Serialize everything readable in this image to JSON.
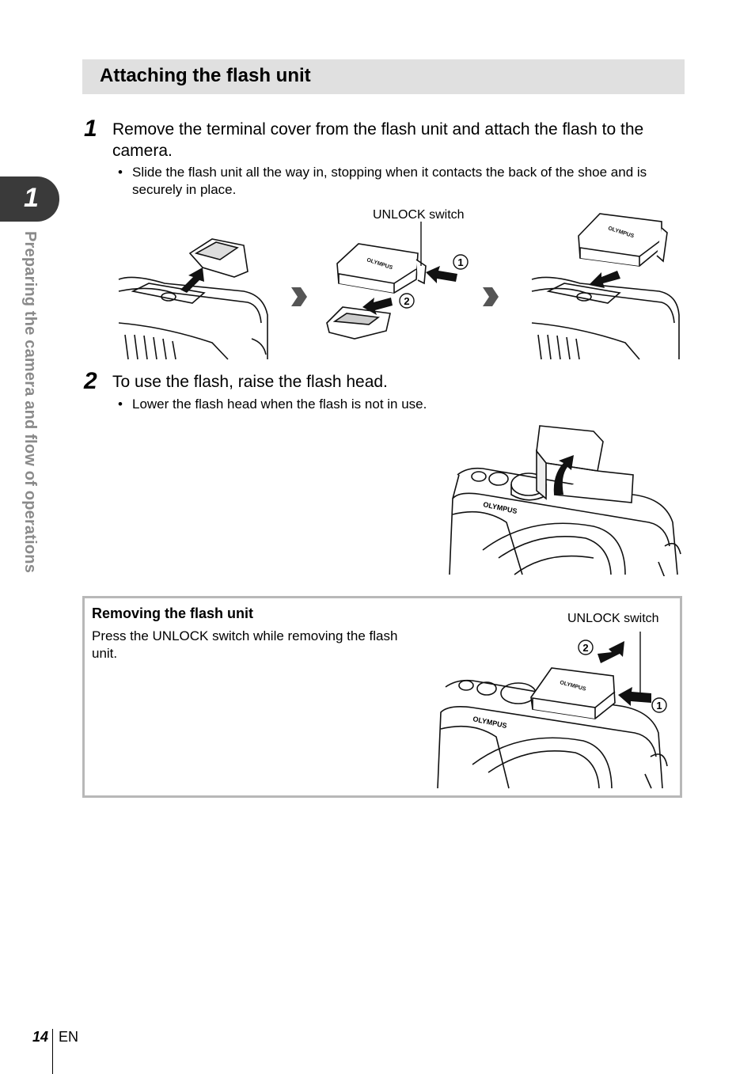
{
  "section": {
    "title": "Attaching the flash unit"
  },
  "chapter": {
    "number": "1",
    "title": "Preparing the camera and flow of operations"
  },
  "steps": [
    {
      "number": "1",
      "text": "Remove the terminal cover from the flash unit and attach the flash to the camera.",
      "bullet": "Slide the flash unit all the way in, stopping when it contacts the back of the shoe and is securely in place."
    },
    {
      "number": "2",
      "text": "To use the flash, raise the flash head.",
      "bullet": "Lower the flash head when the flash is not in use."
    }
  ],
  "illustration_labels": {
    "unlock_switch": "UNLOCK switch",
    "circle_1": "1",
    "circle_2": "2",
    "brand": "OLYMPUS"
  },
  "note": {
    "title": "Removing the flash unit",
    "text": "Press the UNLOCK switch while removing the flash unit.",
    "unlock_label": "UNLOCK switch"
  },
  "footer": {
    "page_number": "14",
    "language": "EN"
  },
  "bullet_char": "•"
}
